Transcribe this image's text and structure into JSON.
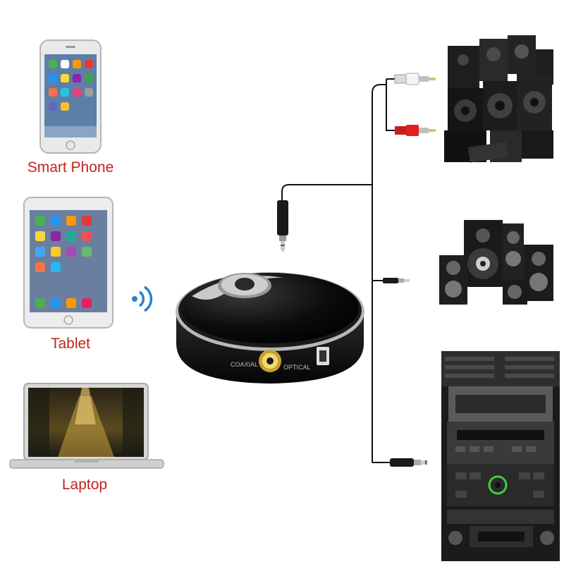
{
  "devices": {
    "smart_phone": "Smart Phone",
    "tablet": "Tablet",
    "laptop": "Laptop"
  },
  "receiver": {
    "coaxial": "COAXIAL",
    "optical": "OPTICAL"
  },
  "colors": {
    "label": "#c0241c",
    "wireless": "#2a7fd0",
    "cable": "#111111",
    "receiver_body": "#111111"
  }
}
